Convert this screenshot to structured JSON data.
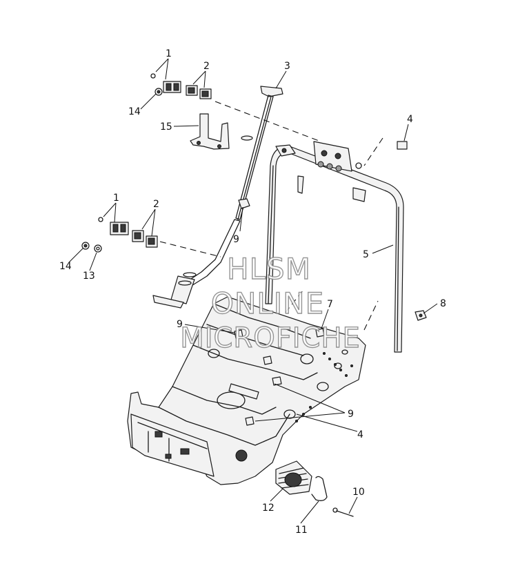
{
  "callouts": [
    {
      "label": "1"
    },
    {
      "label": "2"
    },
    {
      "label": "3"
    },
    {
      "label": "14"
    },
    {
      "label": "15"
    },
    {
      "label": "4"
    },
    {
      "label": "9"
    },
    {
      "label": "1"
    },
    {
      "label": "2"
    },
    {
      "label": "5"
    },
    {
      "label": "14"
    },
    {
      "label": "13"
    },
    {
      "label": "7"
    },
    {
      "label": "8"
    },
    {
      "label": "9"
    },
    {
      "label": "9"
    },
    {
      "label": "4"
    },
    {
      "label": "10"
    },
    {
      "label": "12"
    },
    {
      "label": "11"
    }
  ],
  "watermark": {
    "line1": "HLSM",
    "line2": "ONLINE",
    "line3": "MICROFICHE"
  },
  "colors": {
    "ink": "#1a1a1a",
    "watermark_outline": "#8a8a8a",
    "background": "#ffffff"
  }
}
